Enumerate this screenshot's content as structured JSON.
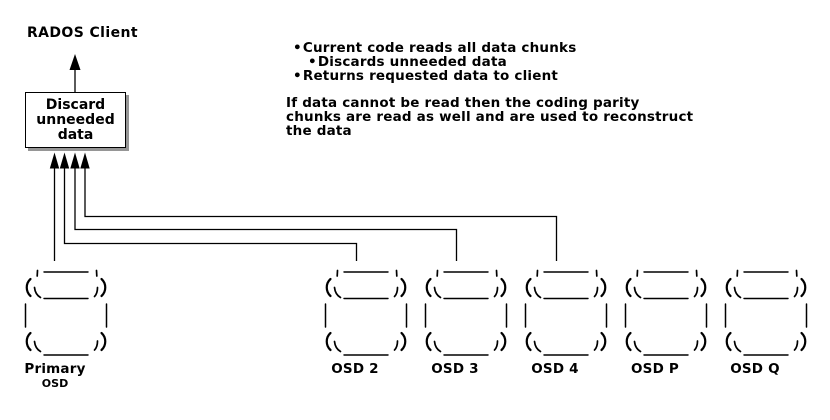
{
  "title": "RADOS Client",
  "client_box": {
    "label": "Discard\nunneeded\ndata"
  },
  "notes": {
    "bullet_char": "•",
    "bullets": [
      {
        "text": "Current code reads all data chunks",
        "level": 1
      },
      {
        "text": "Discards unneeded data",
        "level": 2
      },
      {
        "text": "Returns requested data to client",
        "level": 1
      }
    ],
    "paragraph": "If data cannot be read then the coding parity\nchunks are read as well and are used to reconstruct\nthe data"
  },
  "osds": [
    {
      "label": "Primary",
      "sublabel": "OSD",
      "connected_to_client": true
    },
    {
      "label": "OSD 2",
      "connected_to_client": true
    },
    {
      "label": "OSD 3",
      "connected_to_client": true
    },
    {
      "label": "OSD 4",
      "connected_to_client": true
    },
    {
      "label": "OSD P",
      "connected_to_client": false
    },
    {
      "label": "OSD Q",
      "connected_to_client": false
    }
  ],
  "colors": {
    "ink": "#000000",
    "background": "#ffffff",
    "box_shadow": "#969696"
  }
}
